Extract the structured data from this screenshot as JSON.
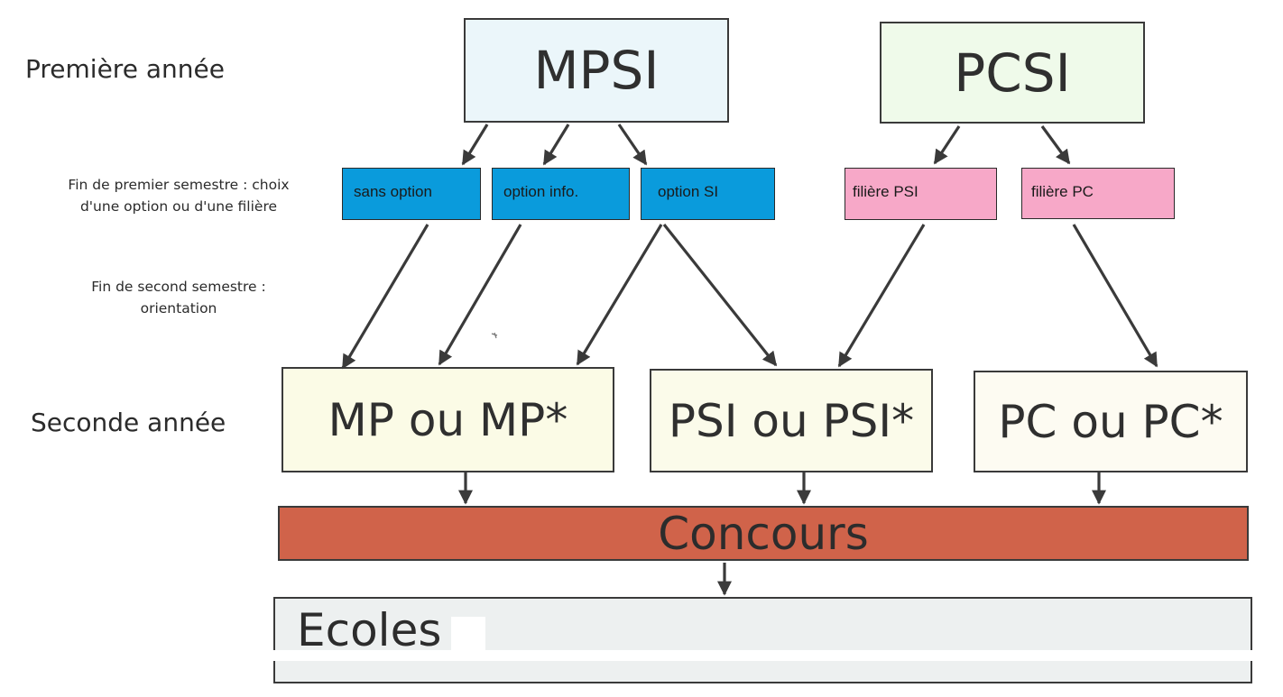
{
  "row_labels": {
    "premiere_annee": "Première année",
    "fin_premier_semestre": "Fin de premier semestre : choix d'une option ou d'une filière",
    "fin_second_semestre": "Fin de second semestre : orientation",
    "seconde_annee": "Seconde année"
  },
  "first_year": {
    "mpsi": "MPSI",
    "pcsi": "PCSI"
  },
  "options": {
    "sans_option": "sans option",
    "option_info": "option info.",
    "option_si": "option SI",
    "filiere_psi": "filière PSI",
    "filiere_pc": "filière PC"
  },
  "second_year": {
    "mp": "MP ou MP*",
    "psi": "PSI ou PSI*",
    "pc": "PC ou PC*"
  },
  "concours": "Concours",
  "ecoles": "Ecoles",
  "colors": {
    "mpsi_fill": "#ebf6fa",
    "pcsi_fill": "#effaea",
    "option_blue": "#0a9bdc",
    "filiere_pink": "#f7a8c8",
    "mp_fill": "#fbfbe6",
    "psi_fill": "#fbfbea",
    "pc_fill": "#fdfbf2",
    "concours_fill": "#d0634a",
    "ecoles_fill": "#edf0f0",
    "arrow": "#3a3a3a"
  }
}
